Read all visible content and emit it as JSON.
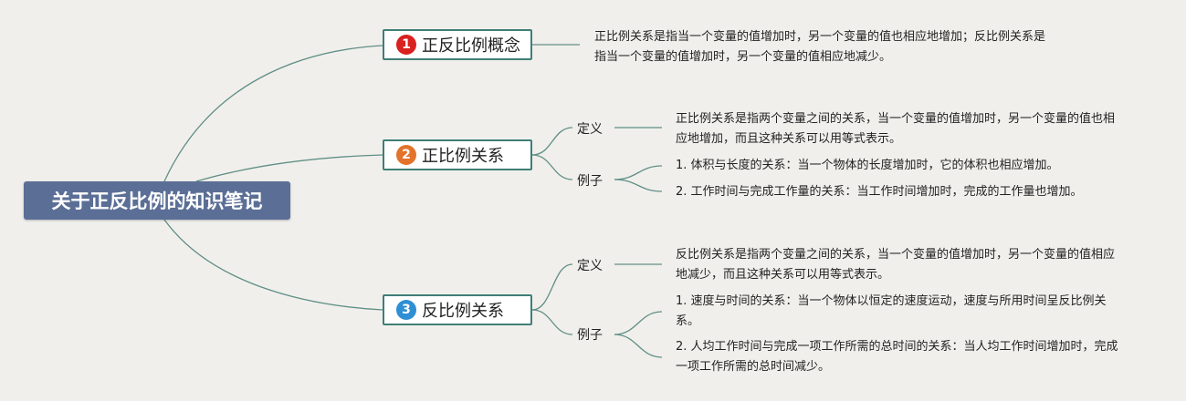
{
  "root": {
    "title": "关于正反比例的知识笔记"
  },
  "branches": [
    {
      "number": "1",
      "color": "#d9211f",
      "label": "正反比例概念",
      "note": "正比例关系是指当一个变量的值增加时，另一个变量的值也相应地增加；反比例关系是指当一个变量的值增加时，另一个变量的值相应地减少。"
    },
    {
      "number": "2",
      "color": "#e3732a",
      "label": "正比例关系",
      "definition_label": "定义",
      "definition": "正比例关系是指两个变量之间的关系，当一个变量的值增加时，另一个变量的值也相应地增加，而且这种关系可以用等式表示。",
      "examples_label": "例子",
      "examples": [
        "1. 体积与长度的关系：当一个物体的长度增加时，它的体积也相应增加。",
        "2. 工作时间与完成工作量的关系：当工作时间增加时，完成的工作量也增加。"
      ]
    },
    {
      "number": "3",
      "color": "#2e8fd3",
      "label": "反比例关系",
      "definition_label": "定义",
      "definition": "反比例关系是指两个变量之间的关系，当一个变量的值增加时，另一个变量的值相应地减少，而且这种关系可以用等式表示。",
      "examples_label": "例子",
      "examples": [
        "1. 速度与时间的关系：当一个物体以恒定的速度运动，速度与所用时间呈反比例关系。",
        "2. 人均工作时间与完成一项工作所需的总时间的关系：当人均工作时间增加时，完成一项工作所需的总时间减少。"
      ]
    }
  ]
}
